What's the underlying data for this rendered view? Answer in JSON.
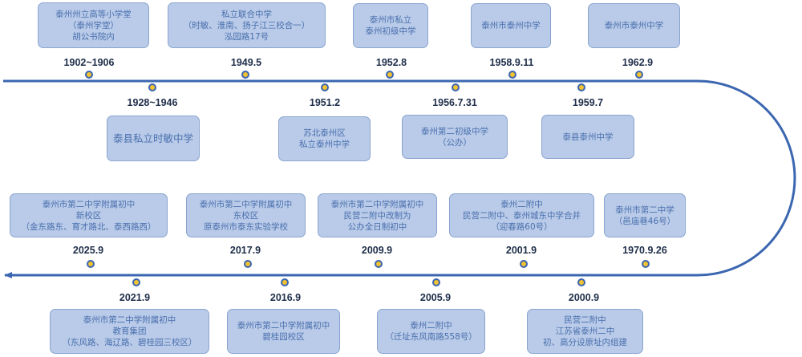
{
  "colors": {
    "line": "#3b66b0",
    "dot": "#f1c232",
    "box_fill": "#b9cbe8",
    "box_text": "#4a6fae"
  },
  "events": {
    "e1": {
      "date": "1902~1906",
      "text": "泰州州立高等小学堂\n（泰州学堂）\n胡公书院内"
    },
    "e2": {
      "date": "1928~1946",
      "text": "泰县私立时敏中学"
    },
    "e3": {
      "date": "1949.5",
      "text": "私立联合中学\n（时敏、淮南、扬子江三校合一）\n泓园路17号"
    },
    "e4": {
      "date": "1951.2",
      "text": "苏北泰州区\n私立泰州中学"
    },
    "e5": {
      "date": "1952.8",
      "text": "泰州市私立\n泰州初级中学"
    },
    "e6": {
      "date": "1956.7.31",
      "text": "泰州第二初级中学\n（公办）"
    },
    "e7": {
      "date": "1958.9.11",
      "text": "泰州市泰州中学"
    },
    "e8": {
      "date": "1959.7",
      "text": "泰县泰州中学"
    },
    "e9": {
      "date": "1962.9",
      "text": "泰州市泰州中学"
    },
    "e10": {
      "date": "1970.9.26",
      "text": "泰州市第二中学\n（邑庙巷46号）"
    },
    "e11": {
      "date": "2000.9",
      "text": "民营二附中\n江苏省泰州二中\n初、高分设原址内组建"
    },
    "e12": {
      "date": "2001.9",
      "text": "泰州二附中\n民营二附中、泰州城东中学合并\n（迎春路60号）"
    },
    "e13": {
      "date": "2005.9",
      "text": "泰州二附中\n（迁址东风南路558号）"
    },
    "e14": {
      "date": "2009.9",
      "text": "泰州市第二中学附属初中\n民营二附中改制为\n公办全日制初中"
    },
    "e15": {
      "date": "2016.9",
      "text": "泰州市第二中学附属初中\n碧桂园校区"
    },
    "e16": {
      "date": "2017.9",
      "text": "泰州市第二中学附属初中\n东校区\n原泰州市泰东实验学校"
    },
    "e17": {
      "date": "2021.9",
      "text": "泰州市第二中学附属初中\n教育集团\n（东风路、海辽路、碧桂园三校区）"
    },
    "e18": {
      "date": "2025.9",
      "text": "泰州市第二中学附属初中\n新校区\n（金东路东、育才路北、泰西路西）"
    }
  }
}
